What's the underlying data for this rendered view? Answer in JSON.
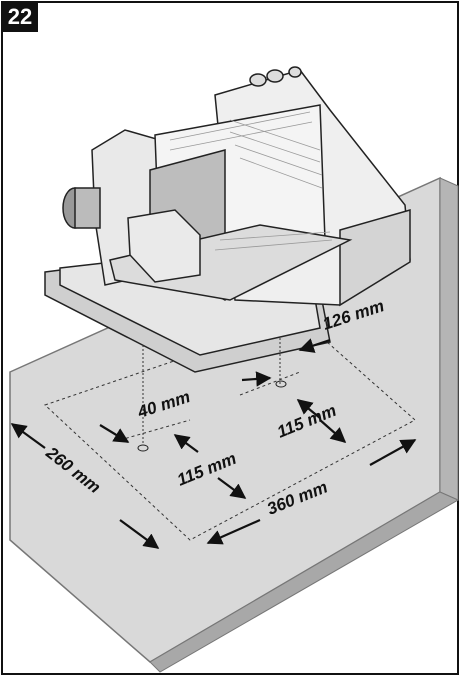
{
  "figure": {
    "number": "22",
    "dimensions": {
      "side_clearance": "126 mm",
      "foot_inset": "40 mm",
      "front_foot_spacing": "115 mm",
      "rear_foot_spacing": "115 mm",
      "depth": "260 mm",
      "width": "360 mm"
    }
  },
  "colors": {
    "surface": "#d9d9d9",
    "surface_edge": "#9a9a9a",
    "machine_light": "#f2f2f2",
    "machine_mid": "#cfcfcf",
    "ink": "#111111"
  }
}
